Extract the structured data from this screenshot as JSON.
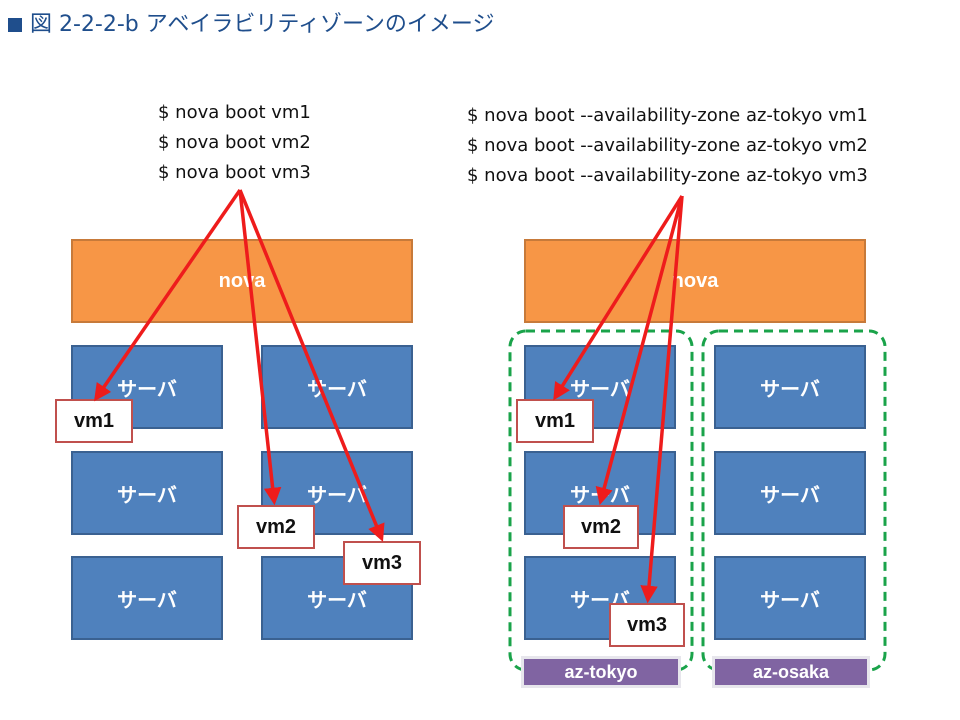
{
  "title": "図 2-2-2-b アベイラビリティゾーンのイメージ",
  "left": {
    "commands": [
      "$ nova boot vm1",
      "$ nova boot vm2",
      "$ nova boot vm3"
    ],
    "nova": "nova",
    "servers": [
      "サーバ",
      "サーバ",
      "サーバ",
      "サーバ",
      "サーバ",
      "サーバ"
    ],
    "vms": [
      "vm1",
      "vm2",
      "vm3"
    ]
  },
  "right": {
    "commands": [
      "$ nova boot --availability-zone az-tokyo vm1",
      "$ nova boot --availability-zone az-tokyo vm2",
      "$ nova boot --availability-zone az-tokyo vm3"
    ],
    "nova": "nova",
    "servers": [
      "サーバ",
      "サーバ",
      "サーバ",
      "サーバ",
      "サーバ",
      "サーバ"
    ],
    "vms": [
      "vm1",
      "vm2",
      "vm3"
    ],
    "zones": [
      "az-tokyo",
      "az-osaka"
    ]
  },
  "colors": {
    "nova": "#f79646",
    "server": "#4f81bd",
    "vm_border": "#c0504d",
    "arrow": "#ee1c1c",
    "zone_border": "#1aa34a",
    "zone_label": "#8064a2",
    "title": "#1f4e8c"
  }
}
